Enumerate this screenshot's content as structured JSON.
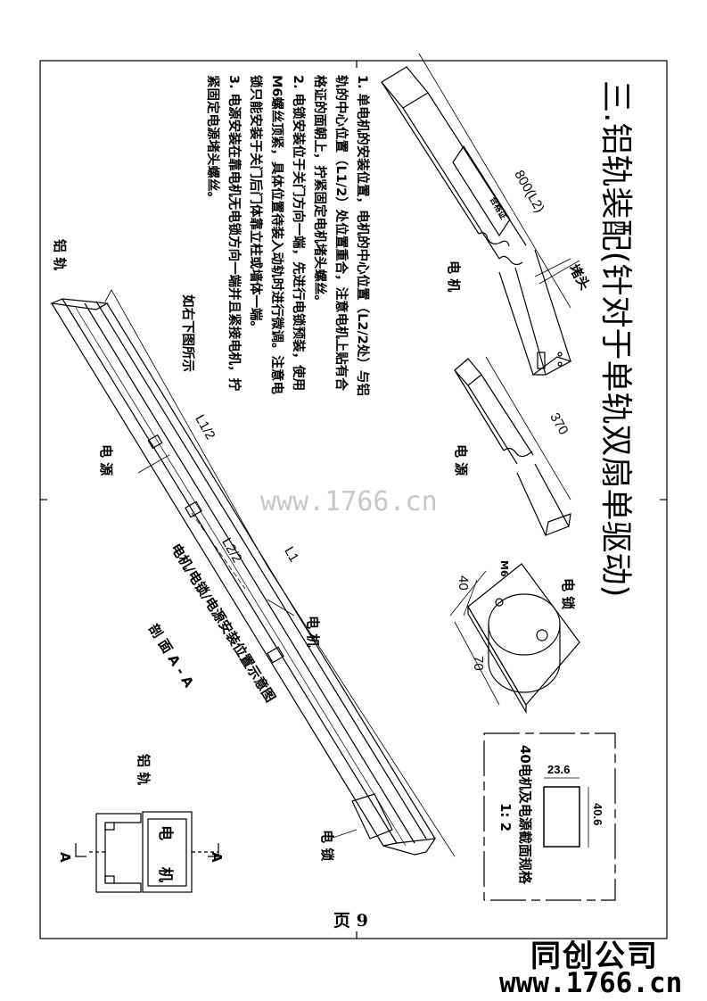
{
  "title": "三.铝轨装配(针对于单轨双扇单驱动)",
  "notes": {
    "lines": [
      "1. 单电机的安装位置，电机的中心位置（L2/2处）与铝",
      "轨的中心位置（L1/2）处位置重合，注意电机上贴有合",
      "格证的面朝上，拧紧固定电机堵头螺丝。",
      "2. 电锁安装位于关门方向一端，先进行电锁预装，使用",
      "M6螺丝顶紧，具体位置待装入动轨时进行微调。注意电",
      "锁只能安装于关门后门体靠立柱或墙体一端。",
      "3. 电源安装在靠电机无电锁方向一端并且紧接电机，拧",
      "紧固定电源堵头螺丝。"
    ],
    "see_figure": "如右下图所示"
  },
  "motor_part": {
    "length": "800(L2)",
    "end_cap": "堵头",
    "label": "电 机",
    "sticker": "合格证"
  },
  "power_part": {
    "length": "370",
    "label": "电 源"
  },
  "lock_part": {
    "width": "40",
    "length": "70",
    "screw": "M6",
    "label": "电 锁"
  },
  "rail_assembly": {
    "rail_label": "铝 轨",
    "half_l1": "L1/2",
    "half_l2": "L2/2",
    "l1": "L1",
    "power_label": "电 源",
    "motor_label": "电 机",
    "lock_label": "电 锁",
    "caption": "电机/电锁/电源安装位置示意图",
    "section_caption": "剖 面  A - A"
  },
  "section": {
    "rail_label": "铝 轨",
    "motor_label": "电 机",
    "cut_left": "A",
    "cut_right": "A"
  },
  "spec": {
    "title": "40电机及电源截面规格",
    "scale": "1: 2",
    "width": "23.6",
    "height": "40.6"
  },
  "footer": {
    "page": "页 9",
    "company": "同创公司",
    "site": "www.1766.cn",
    "watermark": "www.1766.cn"
  }
}
